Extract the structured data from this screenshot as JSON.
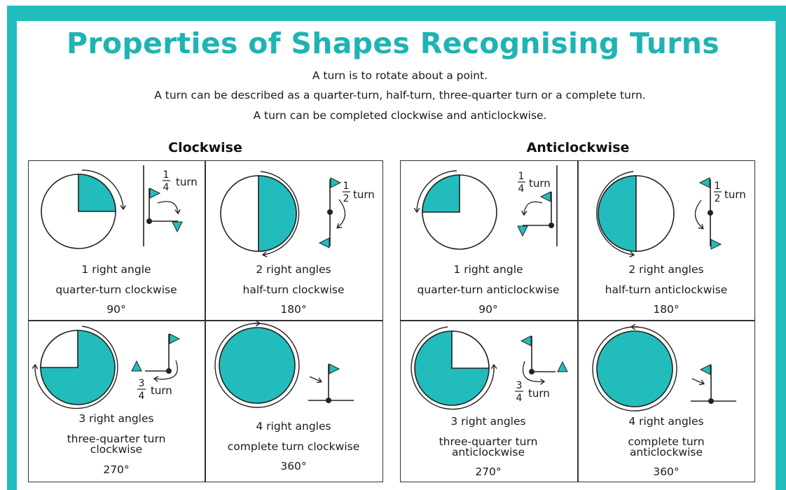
{
  "page": {
    "title": "Properties of Shapes Recognising Turns",
    "intro": [
      "A turn is to rotate about a point.",
      "A turn can be described as a quarter-turn, half-turn, three-quarter turn or a complete turn.",
      "A turn can be completed clockwise and anticlockwise."
    ]
  },
  "colors": {
    "accent": "#22bcbc",
    "text": "#1a1a1a",
    "line": "#333333"
  },
  "turn_word": "turn",
  "clockwise": {
    "heading": "Clockwise",
    "cells": [
      {
        "angles": "1 right angle",
        "desc": "quarter-turn clockwise",
        "degrees": "90°",
        "fraction_num": "1",
        "fraction_den": "4"
      },
      {
        "angles": "2 right angles",
        "desc": "half-turn clockwise",
        "degrees": "180°",
        "fraction_num": "1",
        "fraction_den": "2"
      },
      {
        "angles": "3 right angles",
        "desc_line1": "three-quarter turn",
        "desc_line2": "clockwise",
        "degrees": "270°",
        "fraction_num": "3",
        "fraction_den": "4"
      },
      {
        "angles": "4 right angles",
        "desc": "complete turn clockwise",
        "degrees": "360°"
      }
    ]
  },
  "anticlockwise": {
    "heading": "Anticlockwise",
    "cells": [
      {
        "angles": "1 right angle",
        "desc": "quarter-turn anticlockwise",
        "degrees": "90°",
        "fraction_num": "1",
        "fraction_den": "4"
      },
      {
        "angles": "2 right angles",
        "desc": "half-turn anticlockwise",
        "degrees": "180°",
        "fraction_num": "1",
        "fraction_den": "2"
      },
      {
        "angles": "3 right angles",
        "desc_line1": "three-quarter turn",
        "desc_line2": "anticlockwise",
        "degrees": "270°",
        "fraction_num": "3",
        "fraction_den": "4"
      },
      {
        "angles": "4 right angles",
        "desc_line1": "complete turn",
        "desc_line2": "anticlockwise",
        "degrees": "360°"
      }
    ]
  }
}
